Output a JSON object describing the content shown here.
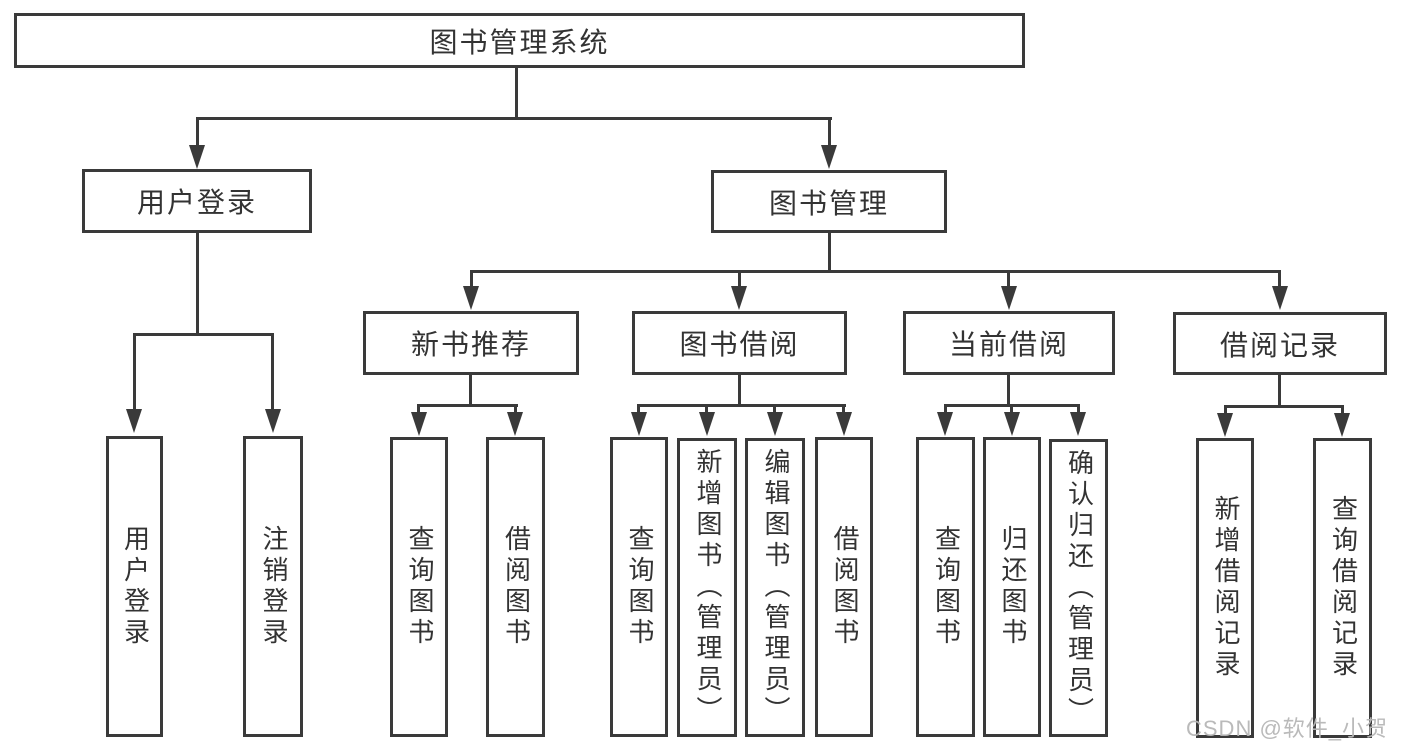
{
  "title": "图书管理系统",
  "login": {
    "label": "用户登录",
    "children": [
      {
        "label": "用户登录"
      },
      {
        "label": "注销登录"
      }
    ]
  },
  "management": {
    "label": "图书管理",
    "modules": [
      {
        "label": "新书推荐",
        "children": [
          {
            "label": "查询图书"
          },
          {
            "label": "借阅图书"
          }
        ]
      },
      {
        "label": "图书借阅",
        "children": [
          {
            "label": "查询图书"
          },
          {
            "label": "新增图书（管理员）"
          },
          {
            "label": "编辑图书（管理员）"
          },
          {
            "label": "借阅图书"
          }
        ]
      },
      {
        "label": "当前借阅",
        "children": [
          {
            "label": "查询图书"
          },
          {
            "label": "归还图书"
          },
          {
            "label": "确认归还（管理员）"
          }
        ]
      },
      {
        "label": "借阅记录",
        "children": [
          {
            "label": "新增借阅记录"
          },
          {
            "label": "查询借阅记录"
          }
        ]
      }
    ]
  },
  "watermark": "CSDN @软件_小贺同学",
  "colors": {
    "line": "#3a3a3a",
    "text": "#333333",
    "watermark": "#b6b6b6",
    "background": "#ffffff"
  }
}
